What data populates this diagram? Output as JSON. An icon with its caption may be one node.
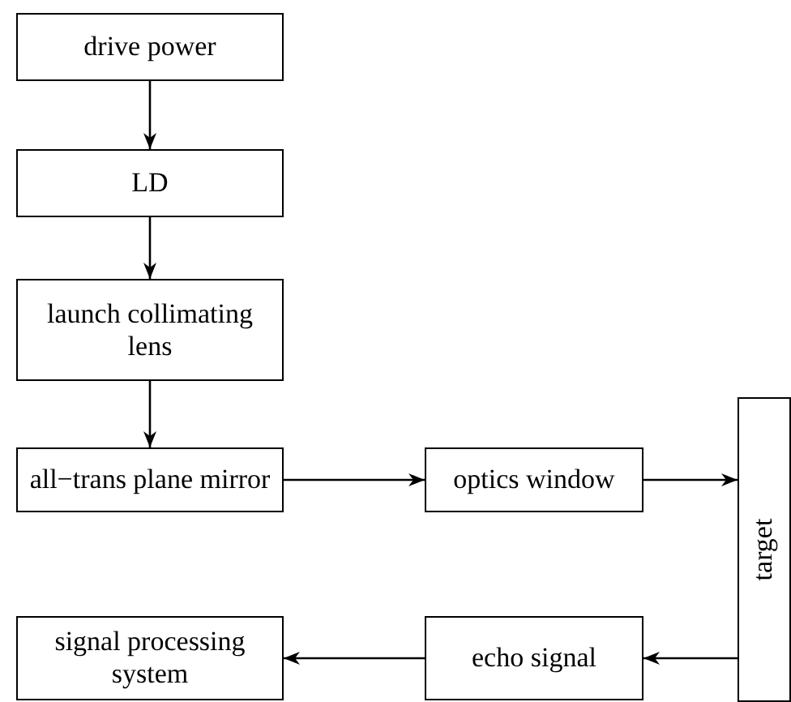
{
  "diagram": {
    "nodes": [
      {
        "text": [
          "drive power"
        ]
      },
      {
        "text": [
          "LD"
        ]
      },
      {
        "text": [
          "launch collimating lens"
        ]
      },
      {
        "text": [
          "all−trans plane mirror"
        ]
      },
      {
        "text": [
          "optics window"
        ]
      },
      {
        "text": [
          "target"
        ]
      },
      {
        "text": [
          "echo signal"
        ]
      },
      {
        "text": [
          "signal processing system"
        ]
      }
    ],
    "edges": [
      {
        "from": 0,
        "to": 1,
        "arrow": "to"
      },
      {
        "from": 1,
        "to": 2,
        "arrow": "to"
      },
      {
        "from": 2,
        "to": 3,
        "arrow": "to"
      },
      {
        "from": 3,
        "to": 4,
        "arrow": "to"
      },
      {
        "from": 4,
        "to": 5,
        "arrow": "to"
      },
      {
        "from": 5,
        "to": 6,
        "arrow": "to"
      },
      {
        "from": 6,
        "to": 7,
        "arrow": "to"
      }
    ]
  }
}
